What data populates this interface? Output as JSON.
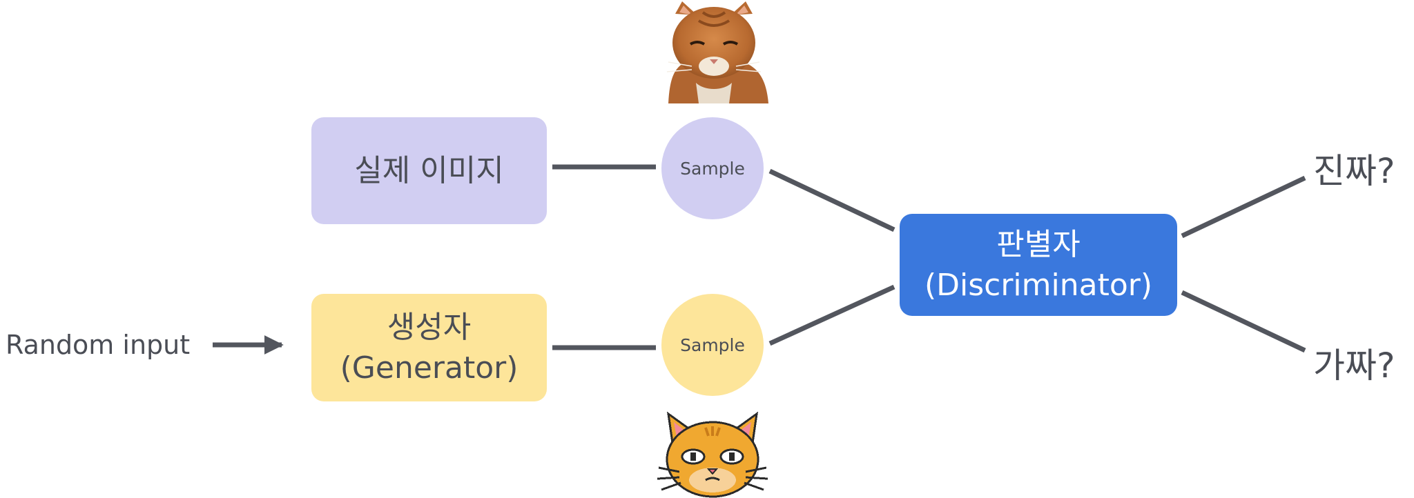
{
  "nodes": {
    "real_images": "실제 이미지",
    "generator_ko": "생성자",
    "generator_en": "(Generator)",
    "discriminator_ko": "판별자",
    "discriminator_en": "(Discriminator)",
    "sample_real": "Sample",
    "sample_generated": "Sample"
  },
  "labels": {
    "random_input": "Random input",
    "real_question": "진짜?",
    "fake_question": "가짜?"
  },
  "colors": {
    "real_fill": "#d1cef2",
    "generator_fill": "#fde59a",
    "discriminator_fill": "#3a78dd",
    "edge": "#53565e"
  },
  "icons": {
    "real_sample_image": "cat-photo",
    "generated_sample_image": "pixel-cat-face"
  }
}
